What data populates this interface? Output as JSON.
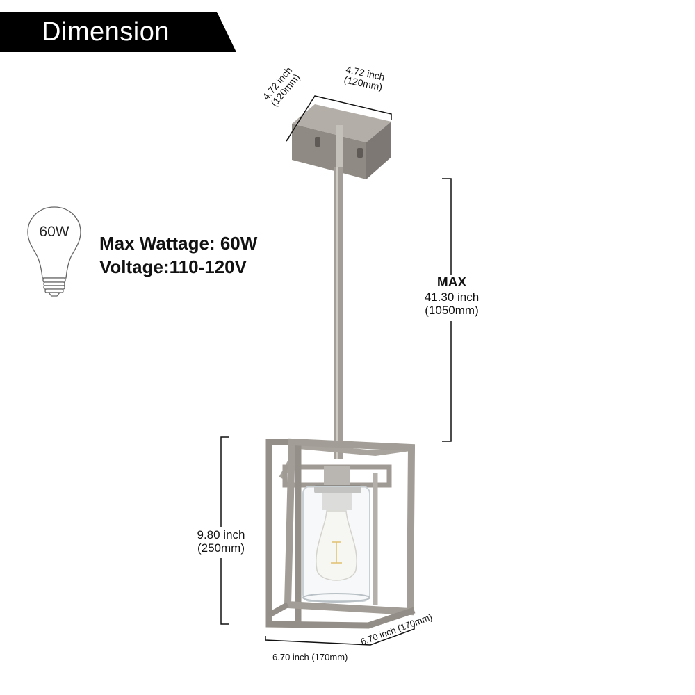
{
  "banner": {
    "title": "Dimension",
    "background": "#000000",
    "text_color": "#ffffff"
  },
  "bulb_icon": {
    "icon": "light-bulb-icon",
    "label": "60W"
  },
  "specs": {
    "max_wattage": "Max Wattage: 60W",
    "voltage": "Voltage:110-120V"
  },
  "dimensions": {
    "canopy_depth": {
      "inch": "4.72 inch",
      "mm": "(120mm)"
    },
    "canopy_width": {
      "inch": "4.72 inch",
      "mm": "(120mm)"
    },
    "max_height": {
      "label": "MAX",
      "inch": "41.30 inch",
      "mm": "(1050mm)"
    },
    "shade_height": {
      "inch": "9.80 inch",
      "mm": "(250mm)"
    },
    "shade_width": {
      "text": "6.70 inch (170mm)"
    },
    "shade_depth": {
      "text": "6.70 inch (170mm)"
    }
  },
  "product": {
    "name": "pendant-light-product",
    "finish_color": "#9a958e"
  }
}
